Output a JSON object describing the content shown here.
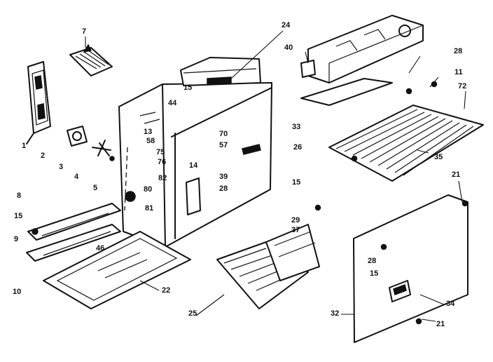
{
  "callouts": [
    {
      "id": "c7",
      "text": "7"
    },
    {
      "id": "c24",
      "text": "24"
    },
    {
      "id": "c40",
      "text": "40"
    },
    {
      "id": "c28a",
      "text": "28"
    },
    {
      "id": "c11",
      "text": "11"
    },
    {
      "id": "c72",
      "text": "72"
    },
    {
      "id": "c15a",
      "text": "15"
    },
    {
      "id": "c44",
      "text": "44"
    },
    {
      "id": "c13",
      "text": "13"
    },
    {
      "id": "c58",
      "text": "58"
    },
    {
      "id": "c75",
      "text": "75"
    },
    {
      "id": "c76",
      "text": "76"
    },
    {
      "id": "c70",
      "text": "70"
    },
    {
      "id": "c57",
      "text": "57"
    },
    {
      "id": "c33",
      "text": "33"
    },
    {
      "id": "c26",
      "text": "26"
    },
    {
      "id": "c35",
      "text": "35"
    },
    {
      "id": "c21a",
      "text": "21"
    },
    {
      "id": "c1",
      "text": "1"
    },
    {
      "id": "c2",
      "text": "2"
    },
    {
      "id": "c3",
      "text": "3"
    },
    {
      "id": "c4",
      "text": "4"
    },
    {
      "id": "c5",
      "text": "5"
    },
    {
      "id": "c14",
      "text": "14"
    },
    {
      "id": "c39",
      "text": "39"
    },
    {
      "id": "c28b",
      "text": "28"
    },
    {
      "id": "c82",
      "text": "82"
    },
    {
      "id": "c80",
      "text": "80"
    },
    {
      "id": "c81",
      "text": "81"
    },
    {
      "id": "c15b",
      "text": "15"
    },
    {
      "id": "c8",
      "text": "8"
    },
    {
      "id": "c15c",
      "text": "15"
    },
    {
      "id": "c9",
      "text": "9"
    },
    {
      "id": "c46",
      "text": "46"
    },
    {
      "id": "c10",
      "text": "10"
    },
    {
      "id": "c22",
      "text": "22"
    },
    {
      "id": "c25",
      "text": "25"
    },
    {
      "id": "c29",
      "text": "29"
    },
    {
      "id": "c37",
      "text": "37"
    },
    {
      "id": "c28c",
      "text": "28"
    },
    {
      "id": "c15d",
      "text": "15"
    },
    {
      "id": "c32",
      "text": "32"
    },
    {
      "id": "c34",
      "text": "34"
    },
    {
      "id": "c21b",
      "text": "21"
    }
  ]
}
